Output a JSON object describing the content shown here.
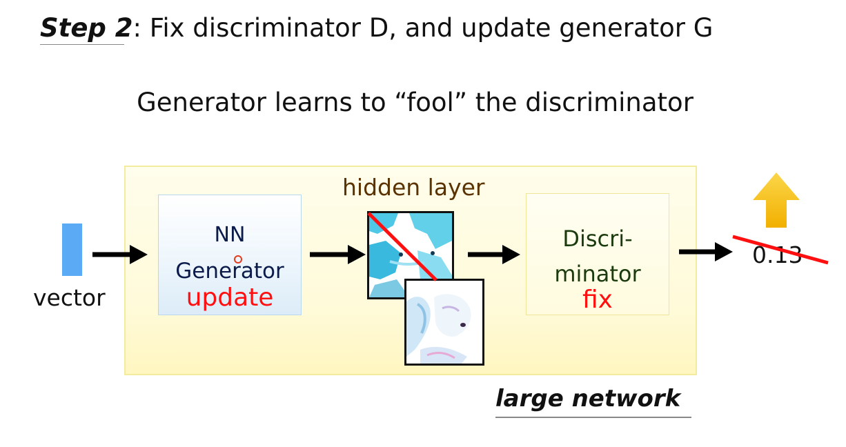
{
  "title": {
    "step": "Step 2",
    "rest": ": Fix discriminator D, and update generator G"
  },
  "subtitle": "Generator learns to “fool” the discriminator",
  "input": {
    "label": "vector",
    "color": "#5aaaf6"
  },
  "generator": {
    "line1": "NN",
    "line2": "Generator",
    "state": "update",
    "state_color": "#ff1010"
  },
  "hidden_layer": {
    "label": "hidden layer"
  },
  "discriminator": {
    "line1": "Discri-",
    "line2": "minator",
    "state": "fix",
    "state_color": "#ff1010"
  },
  "output": {
    "value": "0.13",
    "struck_out": true,
    "trend": "up"
  },
  "network": {
    "label": "large network"
  },
  "colors": {
    "strike": "#ff1010",
    "arrow": "#000000",
    "up_arrow": "#f7c21a"
  }
}
